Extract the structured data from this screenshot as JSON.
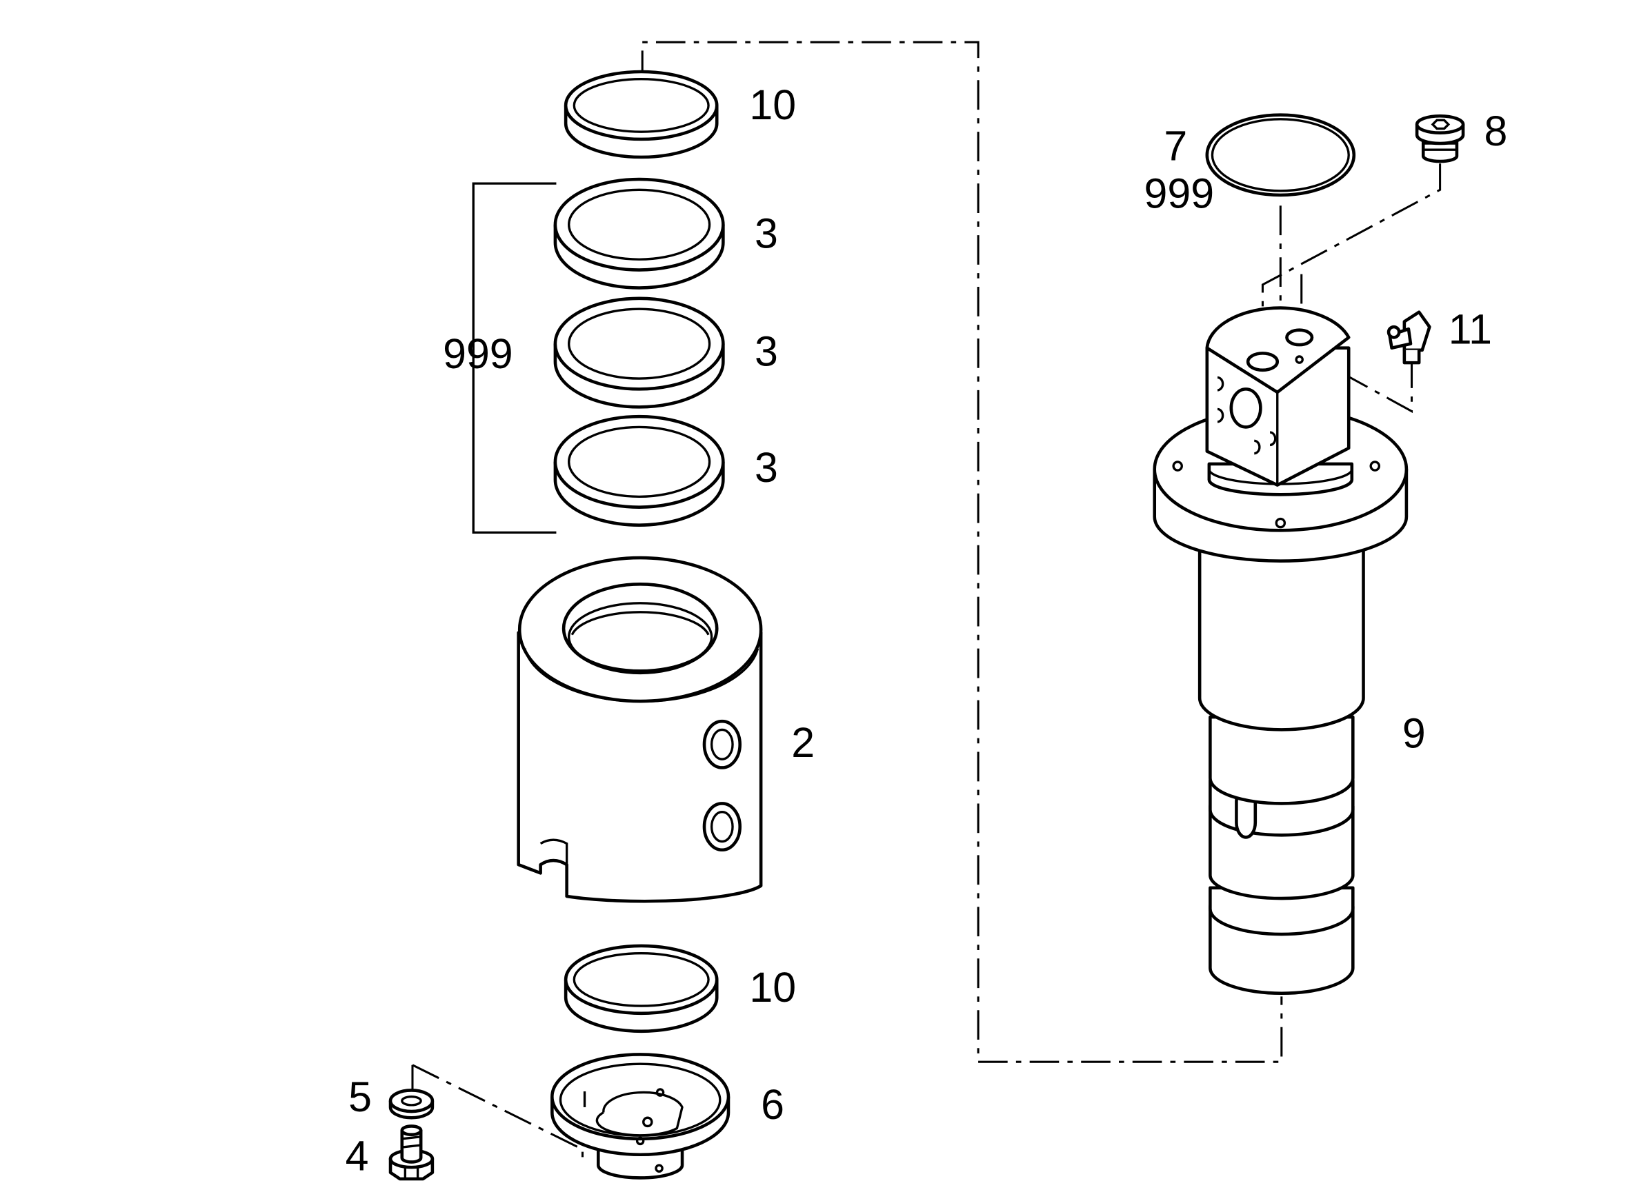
{
  "diagram": {
    "callouts": {
      "ring_top": "10",
      "seal_1": "3",
      "seal_2": "3",
      "seal_3": "3",
      "seal_kit": "999",
      "housing": "2",
      "ring_bottom": "10",
      "cover": "6",
      "washer": "5",
      "bolt": "4",
      "o_ring": "7",
      "o_ring_kit": "999",
      "plug": "8",
      "nipple": "11",
      "rotary_shaft": "9"
    }
  }
}
